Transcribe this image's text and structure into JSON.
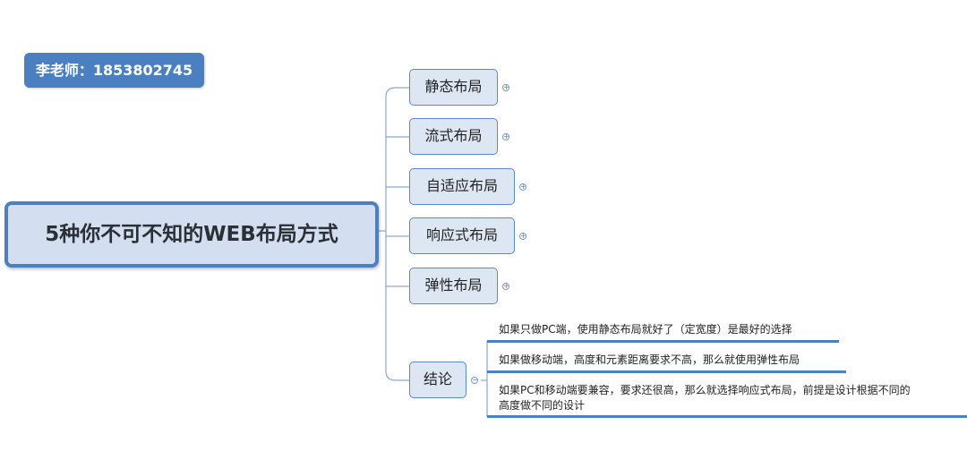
{
  "teacher_label": "李老师：1853802745",
  "root_title": "5种你不可不知的WEB布局方式",
  "branches": [
    {
      "label": "静态布局",
      "toggle": "+"
    },
    {
      "label": "流式布局",
      "toggle": "+"
    },
    {
      "label": "自适应布局",
      "toggle": "+"
    },
    {
      "label": "响应式布局",
      "toggle": "+"
    },
    {
      "label": "弹性布局",
      "toggle": "+"
    },
    {
      "label": "结论",
      "toggle": "−"
    }
  ],
  "conclusions": [
    "如果只做PC端，使用静态布局就好了（定宽度）是最好的选择",
    "如果做移动端，高度和元素距离要求不高，那么就使用弹性布局",
    "如果PC和移动端要兼容，要求还很高，那么就选择响应式布局，前提是设计根据不同的",
    "高度做不同的设计"
  ],
  "colors": {
    "accent": "#4e7fc0",
    "node_fill": "#dde6f3",
    "root_fill": "#d3dff0",
    "badge": "#4a7fc2"
  }
}
